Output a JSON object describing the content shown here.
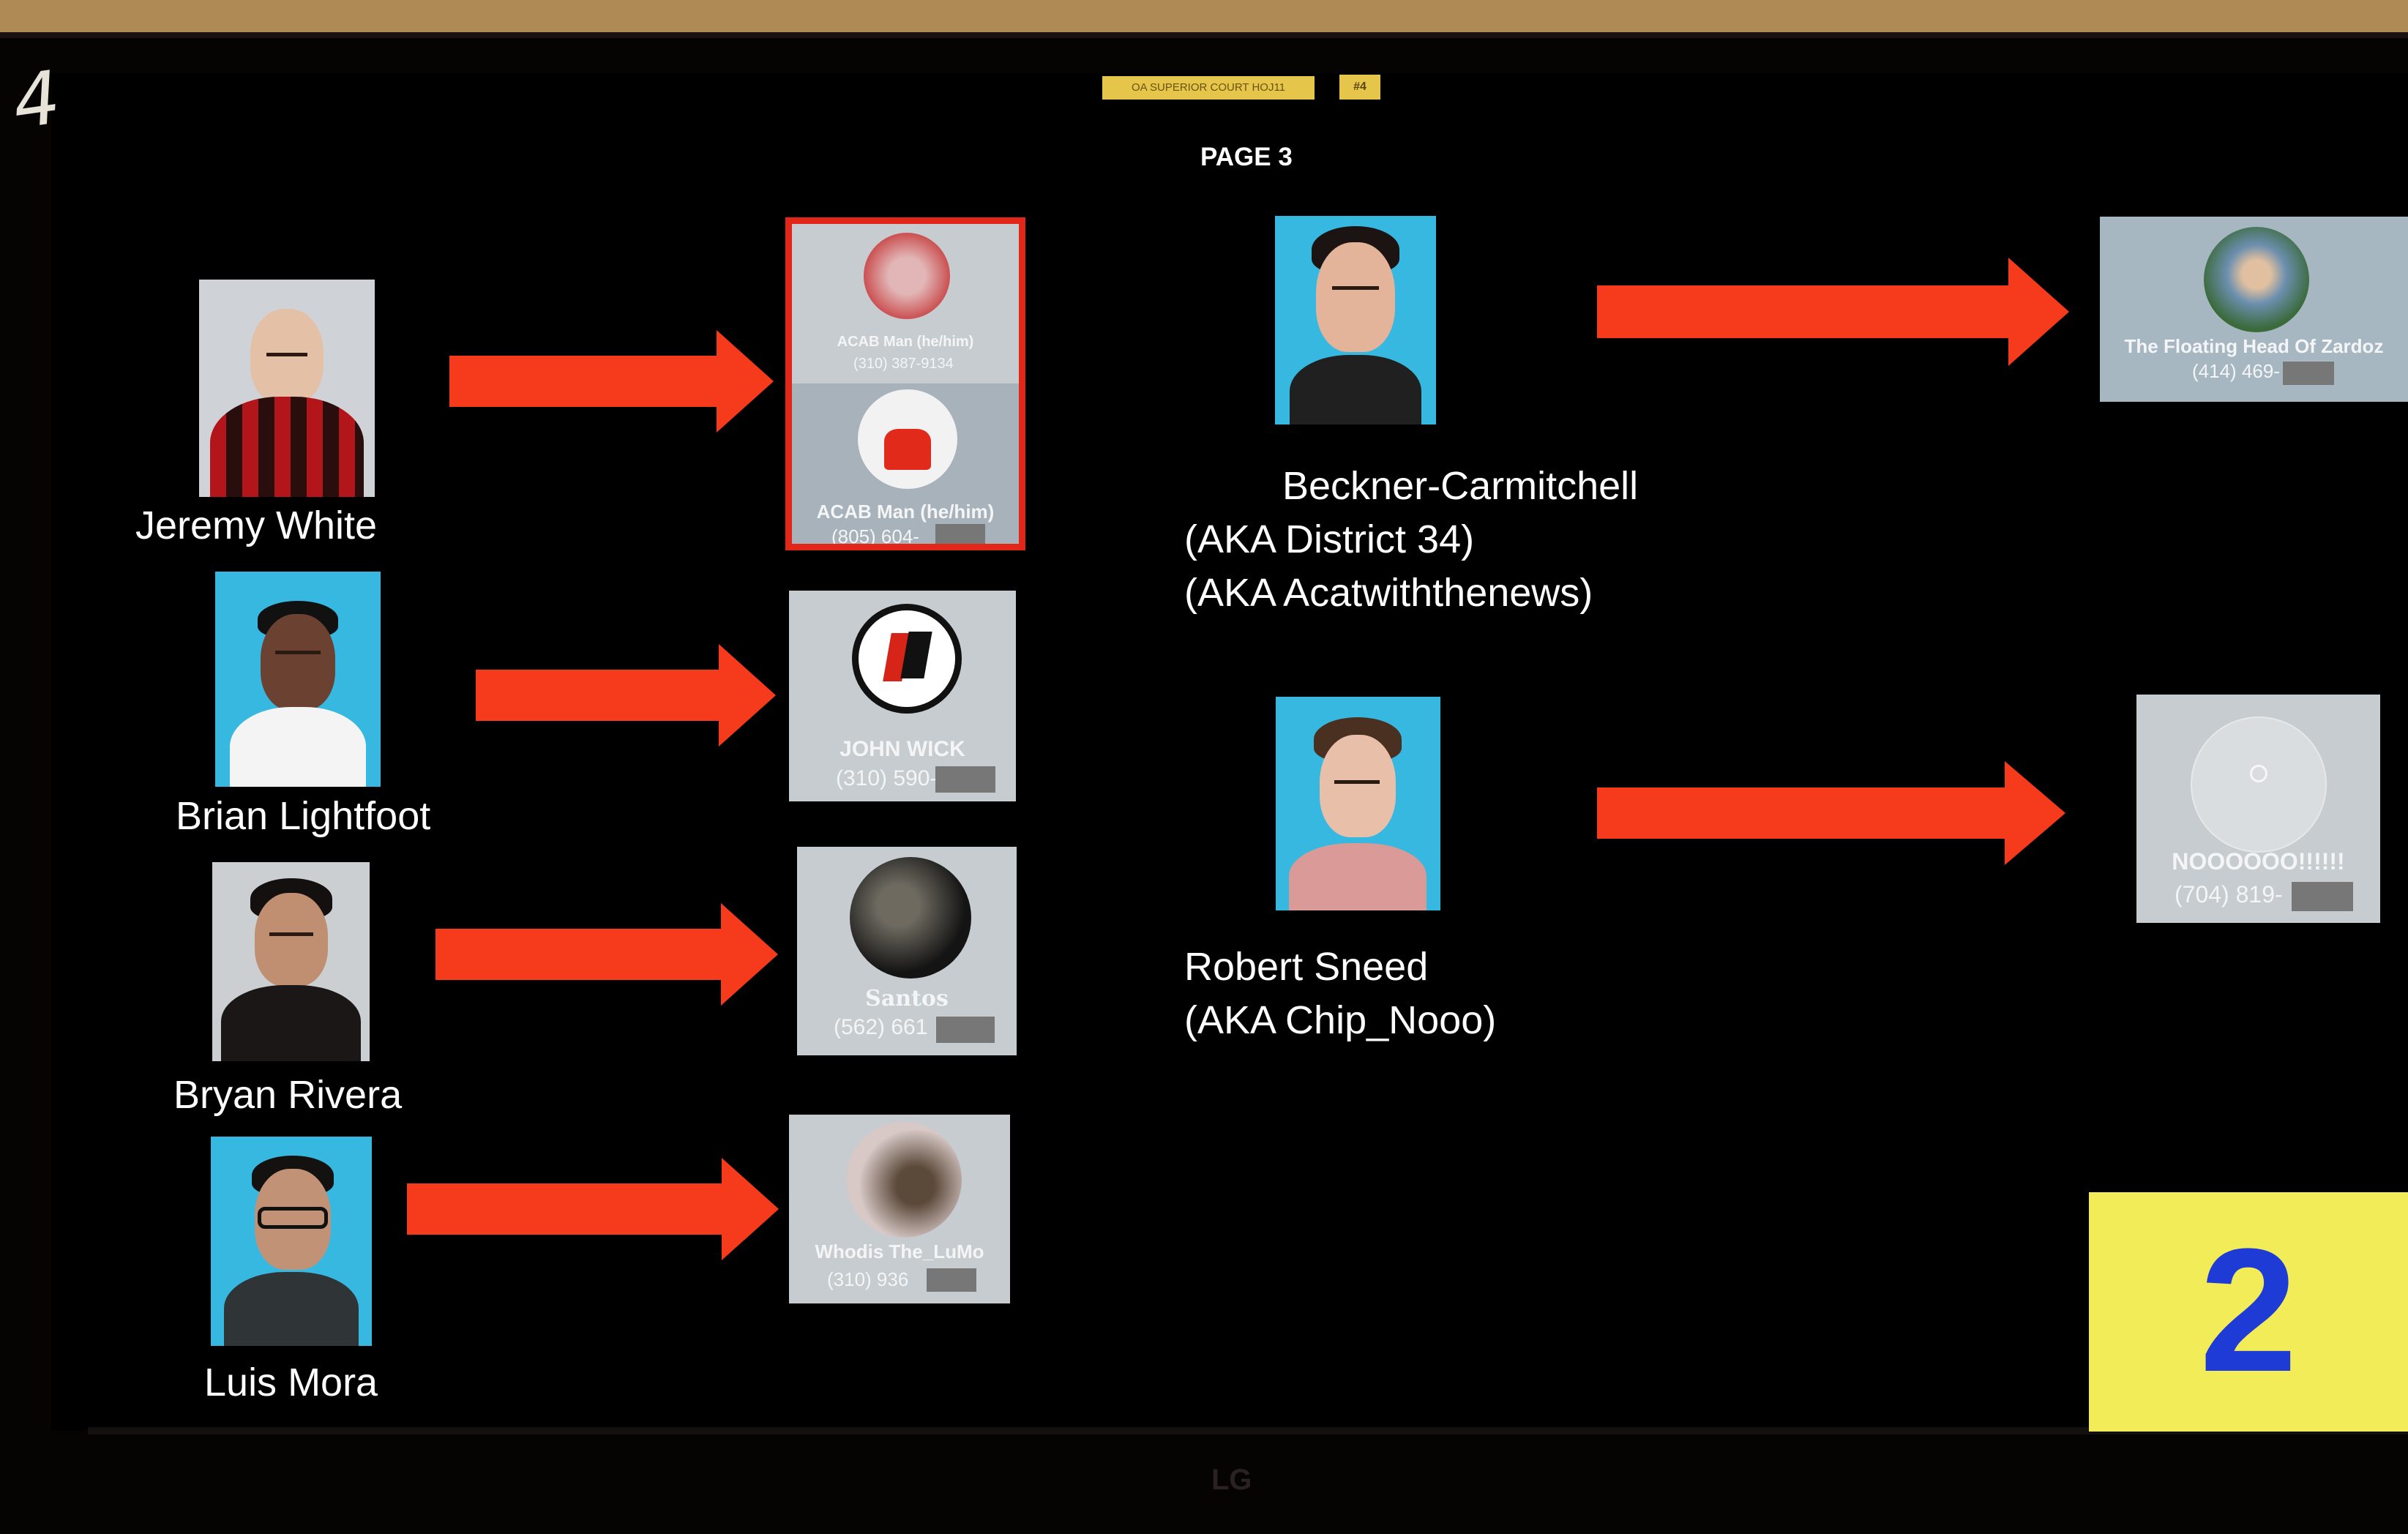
{
  "handwritten_mark": "4",
  "stickers": {
    "court": "OA SUPERIOR COURT HOJ11",
    "number": "#4"
  },
  "page_label": "PAGE 3",
  "people": [
    {
      "name": "Jeremy White"
    },
    {
      "name": "Brian Lightfoot"
    },
    {
      "name": "Bryan Rivera"
    },
    {
      "name": "Luis Mora"
    },
    {
      "name_lines": [
        "Beckner-Carmitchell",
        "(AKA District 34)",
        "(AKA Acatwiththenews)"
      ]
    },
    {
      "name_lines": [
        "Robert Sneed",
        "(AKA Chip_Nooo)"
      ]
    }
  ],
  "cards": [
    {
      "name": "ACAB Man (he/him)",
      "phone": "(310) 387-9134"
    },
    {
      "name": "ACAB Man (he/him)",
      "phone": "(805) 604-"
    },
    {
      "name": "JOHN WICK",
      "phone": "(310) 590-"
    },
    {
      "name": "Santos",
      "phone": "(562) 661"
    },
    {
      "name": "Whodis The_LuMo",
      "phone": "(310) 936"
    },
    {
      "name": "The Floating Head Of Zardoz",
      "phone": "(414) 469-"
    },
    {
      "name": "NOOOOOO!!!!!!",
      "phone": "(704) 819-"
    }
  ],
  "exhibit_number": "2",
  "tv_brand": "LG",
  "colors": {
    "arrow": "#f63a1c",
    "highlight_border": "#e3261a",
    "exhibit_bg": "#f1ec58",
    "exhibit_text": "#1e3bd6",
    "mug_bg": "#37b8e0"
  }
}
